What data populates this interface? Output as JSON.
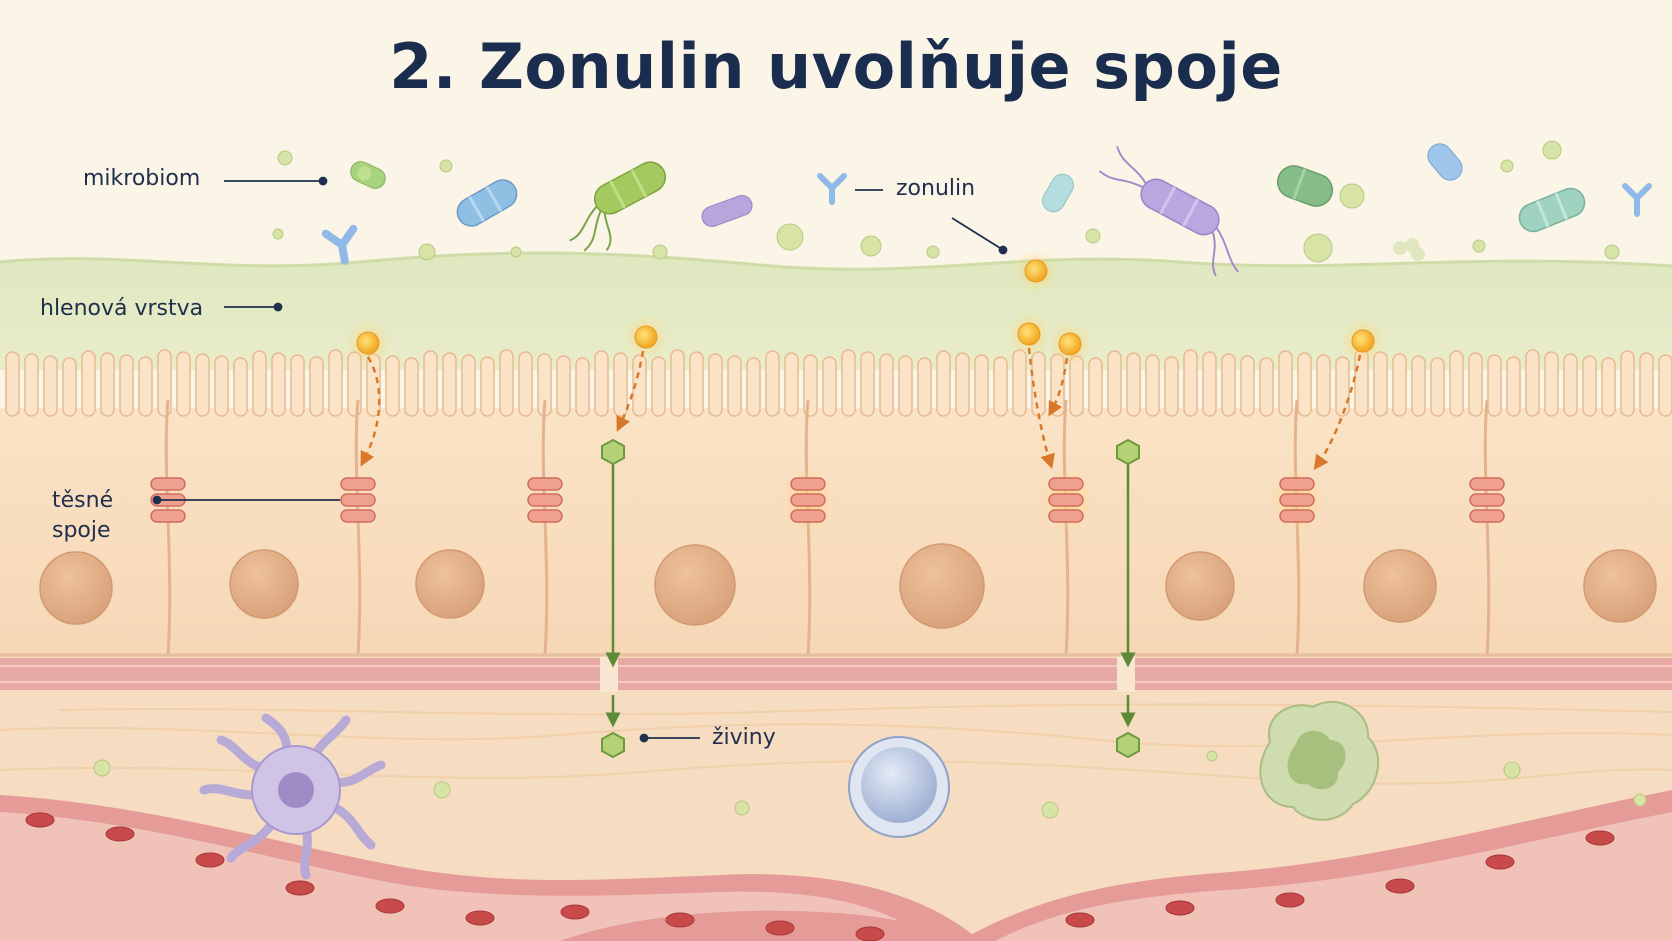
{
  "title": "2. Zonulin uvolňuje spoje",
  "labels": {
    "microbiome": "mikrobiom",
    "zonulin": "zonulin",
    "mucus": "hlenová vrstva",
    "tight_junctions_line1": "těsné",
    "tight_junctions_line2": "spoje",
    "nutrients": "živiny"
  },
  "colors": {
    "title": "#1b2d4f",
    "label": "#1f2f4d",
    "cell": "#f8dcbd",
    "nucleus": "#e6b48f",
    "mucus": "#dfe7c2",
    "zonulin": "#f6b42c",
    "nutrient": "#a6c66a",
    "tight_junction": "#e99483",
    "basement_membrane": "#e7a9a3",
    "blood_vessel": "#dd8c8c",
    "red_blood_cell": "#c94a4a"
  }
}
